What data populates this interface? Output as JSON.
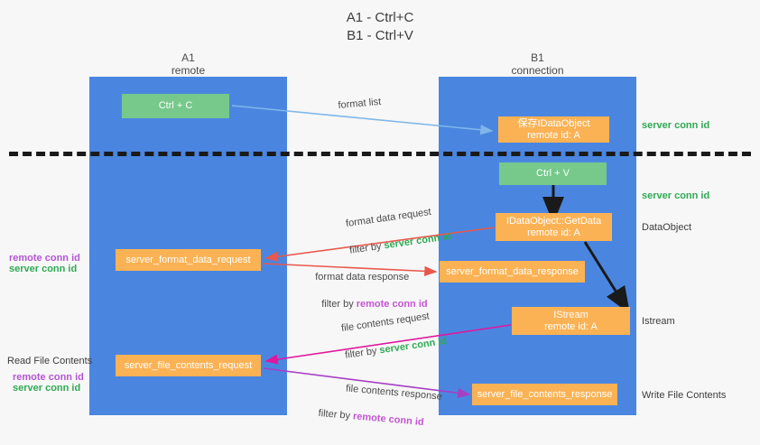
{
  "title": "A1 - Ctrl+C\nB1 - Ctrl+V",
  "lanes": {
    "left": {
      "name": "A1",
      "role": "remote",
      "header": "A1\nremote"
    },
    "right": {
      "name": "B1",
      "role": "connection",
      "header": "B1\nconnection"
    }
  },
  "boxes": {
    "ctrl_c": {
      "text": "Ctrl + C",
      "color": "#76c98a"
    },
    "ctrl_v": {
      "text": "Ctrl + V",
      "color": "#76c98a"
    },
    "save_idataobject": {
      "text": "保存IDataObject\nremote id: A",
      "color": "#fbb254"
    },
    "idataobject_getdata": {
      "text": "IDataObject::GetData\nremote id: A",
      "color": "#fbb254"
    },
    "istream": {
      "text": "IStream\nremote id: A",
      "color": "#fbb254"
    },
    "server_format_data_request": {
      "text": "server_format_data_request",
      "color": "#fbb254"
    },
    "server_format_data_response": {
      "text": "server_format_data_response",
      "color": "#fbb254"
    },
    "server_file_contents_request": {
      "text": "server_file_contents_request",
      "color": "#fbb254"
    },
    "server_file_contents_response": {
      "text": "server_file_contents_response",
      "color": "#fbb254"
    }
  },
  "edge_labels": {
    "format_list": "format list",
    "format_data_request": "format data request",
    "format_data_request_filter_prefix": "filter by ",
    "format_data_request_filter_value": "server conn id",
    "format_data_response": "format data response",
    "format_data_response_filter_prefix": "filter by ",
    "format_data_response_filter_value": "remote conn id",
    "file_contents_request": "file contents request",
    "file_contents_request_filter_prefix": "filter by ",
    "file_contents_request_filter_value": "server conn id",
    "file_contents_response": "file contents response",
    "file_contents_response_filter_prefix": "filter by ",
    "file_contents_response_filter_value": "remote conn id"
  },
  "annotations": {
    "right_server_conn_id_top": "server conn id",
    "right_server_conn_id_mid": "server conn id",
    "dataobject": "DataObject",
    "istream": "Istream",
    "write_file_contents": "Write File Contents",
    "read_file_contents": "Read File Contents",
    "left_remote_conn_id_1": "remote conn id",
    "left_server_conn_id_1": "server conn id",
    "left_remote_conn_id_2": "remote conn id",
    "left_server_conn_id_2": "server conn id"
  },
  "colors": {
    "lane": "#4a86e0",
    "green_box": "#76c98a",
    "orange_box": "#fbb254",
    "green_text": "#2faa54",
    "purple_text": "#b455d4",
    "arrow_blue": "#7fb7e8",
    "arrow_red": "#e8584c",
    "arrow_magenta": "#e0189e",
    "arrow_purple": "#a63fc4",
    "arrow_black": "#1a1a1a",
    "background": "#f7f7f7"
  }
}
